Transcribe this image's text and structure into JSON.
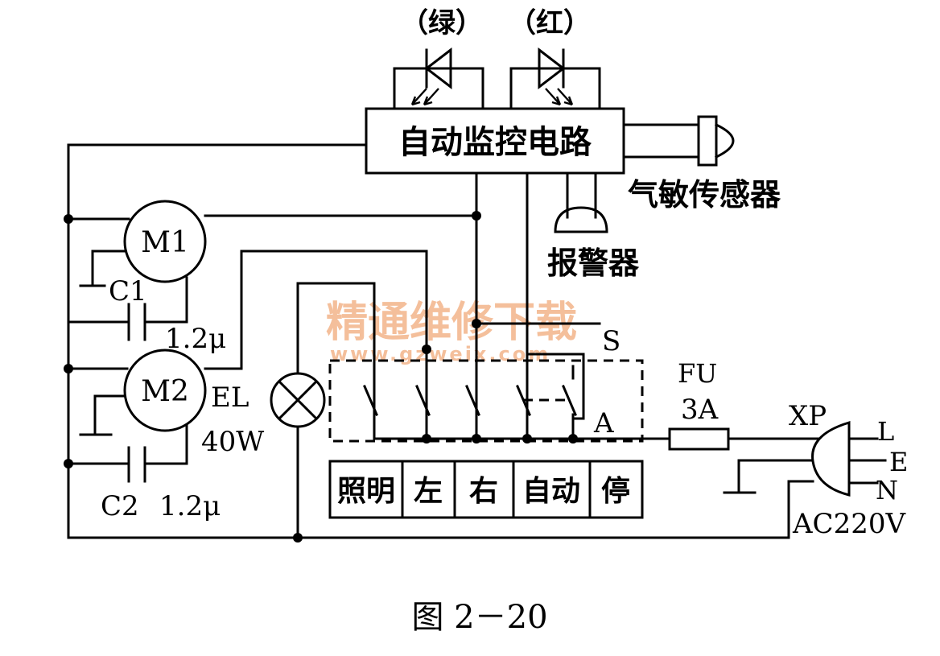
{
  "labels": {
    "led_green": "（绿）",
    "led_red": "（红）",
    "monitor_circuit": "自动监控电路",
    "gas_sensor": "气敏传感器",
    "alarm": "报警器",
    "m1": "M1",
    "m2": "M2",
    "c1": "C1",
    "c1_value": "1.2μ",
    "c2": "C2",
    "c2_value": "1.2μ",
    "el": "EL",
    "el_power": "40W",
    "switch_s": "S",
    "contact_a": "A",
    "fuse": "FU",
    "fuse_rating": "3A",
    "plug": "XP",
    "pin_l": "L",
    "pin_e": "E",
    "pin_n": "N",
    "supply": "AC220V",
    "figure_caption": "图 2－20"
  },
  "buttons": [
    "照明",
    "左",
    "右",
    "自动",
    "停"
  ],
  "watermark": {
    "text": "精通维修下载",
    "url": "www.gzweix.com"
  }
}
